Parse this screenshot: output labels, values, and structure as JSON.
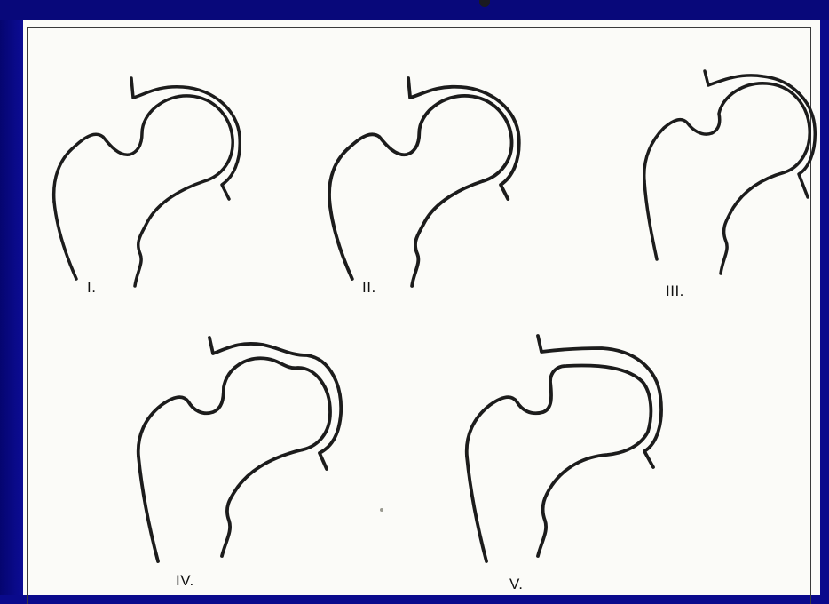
{
  "figure": {
    "panels": [
      {
        "id": "femur-stage-1",
        "label": "I."
      },
      {
        "id": "femur-stage-2",
        "label": "II."
      },
      {
        "id": "femur-stage-3",
        "label": "III."
      },
      {
        "id": "femur-stage-4",
        "label": "IV."
      },
      {
        "id": "femur-stage-5",
        "label": "V."
      }
    ]
  },
  "colors": {
    "slide_background": "#0a0a8c",
    "figure_background": "#fbfbf8",
    "stroke": "#1c1c1c"
  }
}
